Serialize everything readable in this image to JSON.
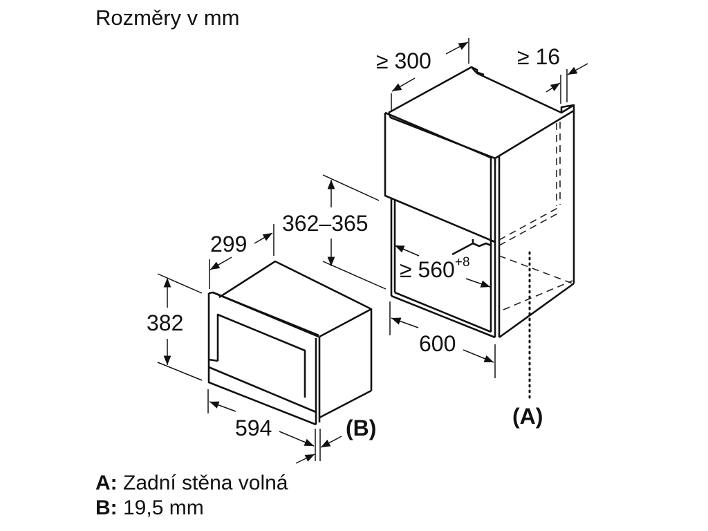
{
  "title": "Rozměry v mm",
  "dimensions": {
    "niche_depth_min": "≥ 300",
    "front_gap_min": "≥ 16",
    "niche_height": "362–365",
    "niche_width_min": "≥ 560",
    "niche_width_tolerance": "+8",
    "cabinet_width": "600",
    "appliance_depth": "299",
    "appliance_height": "382",
    "appliance_width": "594"
  },
  "callouts": {
    "a_label": "(A)",
    "b_label": "(B)"
  },
  "legend": {
    "items": [
      {
        "key": "A:",
        "text": "Zadní stěna volná"
      },
      {
        "key": "B:",
        "text": "19,5 mm"
      }
    ]
  },
  "colors": {
    "line": "#111111",
    "background": "#ffffff"
  }
}
